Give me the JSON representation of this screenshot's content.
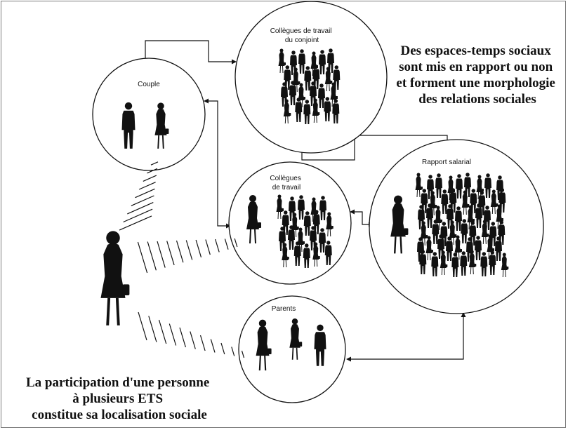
{
  "title_lines": [
    "Des espaces-temps sociaux",
    "sont mis en rapport ou non",
    "et forment une morphologie",
    "des relations sociales"
  ],
  "caption_lines": [
    "La participation d'une personne",
    "à plusieurs ETS",
    "constitue sa localisation sociale"
  ],
  "circles": {
    "couple": {
      "label_lines": [
        "Couple"
      ]
    },
    "spouse_coworkers": {
      "label_lines": [
        "Collègues de travail",
        "du conjoint"
      ]
    },
    "coworkers": {
      "label_lines": [
        "Collègues",
        "de travail"
      ]
    },
    "wage_relation": {
      "label_lines": [
        "Rapport salarial"
      ]
    },
    "parents": {
      "label_lines": [
        "Parents"
      ]
    }
  },
  "colors": {
    "ink": "#111111",
    "border": "#7a7a7a",
    "background": "#ffffff"
  }
}
